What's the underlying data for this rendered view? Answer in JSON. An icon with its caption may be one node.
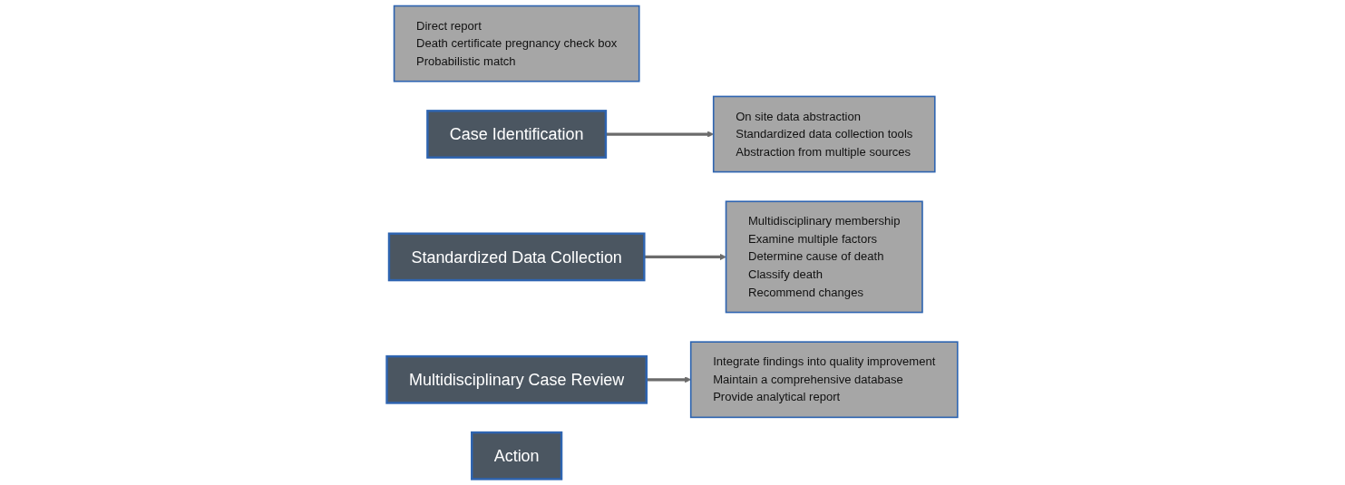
{
  "diagram": {
    "nodes": [
      {
        "text": [
          "Direct report",
          "Death certificate pregnancy check box",
          "Probabilistic match"
        ]
      },
      {
        "text": [
          "Case Identification"
        ]
      },
      {
        "text": [
          "Standardized Data Collection"
        ]
      },
      {
        "text": [
          "On site data abstraction",
          "Standardized data collection tools",
          "Abstraction from multiple sources"
        ]
      },
      {
        "text": [
          "Multidisciplinary membership",
          "Examine multiple factors",
          "Determine cause of death",
          "Classify death",
          "Recommend changes"
        ]
      },
      {
        "text": [
          "Multidisciplinary Case Review"
        ]
      },
      {
        "text": [
          "Action"
        ]
      },
      {
        "text": [
          "Integrate findings into quality improvement",
          "Maintain a comprehensive database",
          "Provide analytical report"
        ]
      }
    ],
    "edges": [
      {
        "from": 1,
        "to": 3,
        "arrow": "to"
      },
      {
        "from": 2,
        "to": 4,
        "arrow": "to"
      },
      {
        "from": 5,
        "to": 7,
        "arrow": "to"
      }
    ]
  }
}
